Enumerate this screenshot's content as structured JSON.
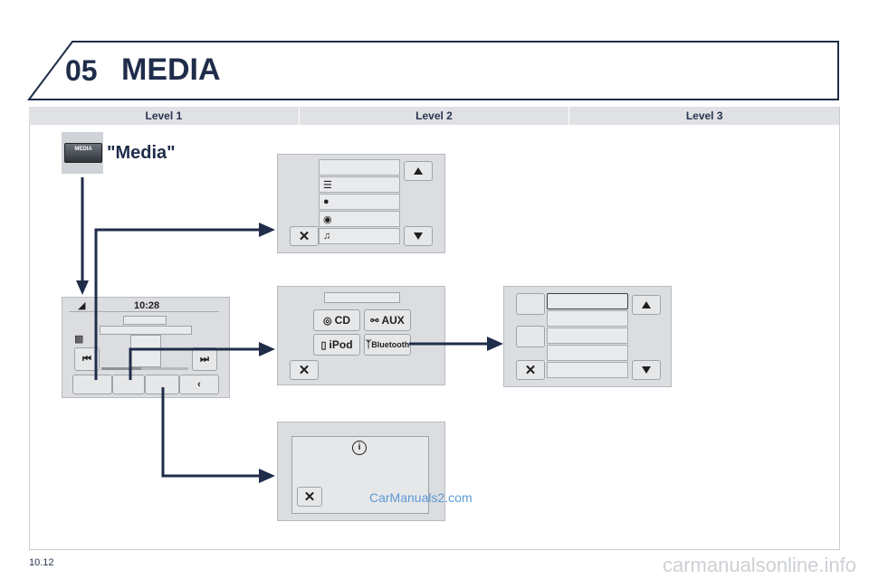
{
  "header": {
    "chapter_number": "05",
    "title": "MEDIA"
  },
  "levels": [
    "Level 1",
    "Level 2",
    "Level 3"
  ],
  "level1": {
    "media_button_text": "MEDIA",
    "media_label": "\"Media\""
  },
  "main_screen": {
    "clock": "10:28"
  },
  "source_screen": {
    "cd_label": "CD",
    "aux_label": "AUX",
    "ipod_label": "iPod",
    "bluetooth_label": "Bluetooth"
  },
  "footer": {
    "page_number": "10.12",
    "watermark": "CarManuals2.com",
    "site": "carmanualsonline.info"
  },
  "colors": {
    "navy": "#1f2d4a",
    "screen_bg": "#dcdde0",
    "level_bar": "#dfe1e4",
    "watermark": "#5b9ad6"
  }
}
